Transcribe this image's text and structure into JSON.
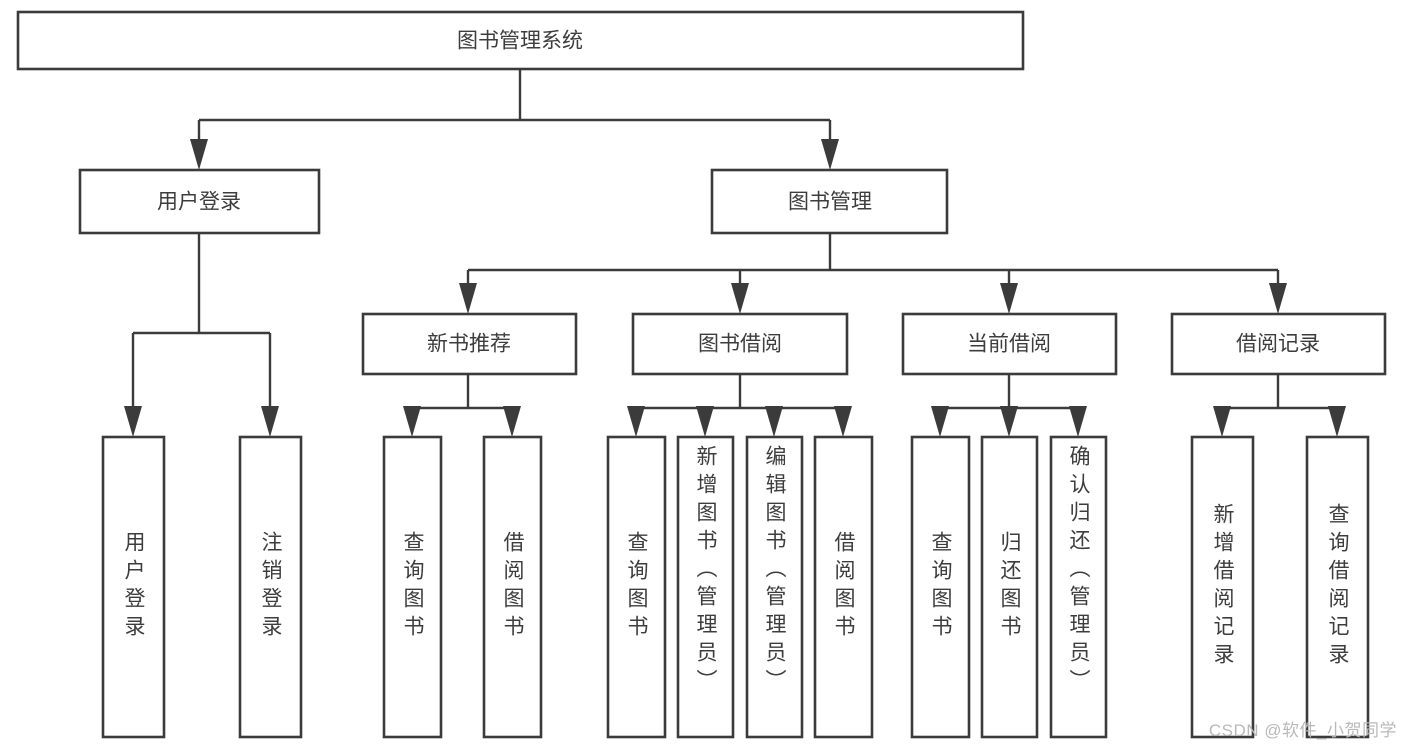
{
  "diagram": {
    "type": "tree-hierarchy",
    "title": "图书管理系统",
    "orientation": "top-down",
    "colors": {
      "box_stroke": "#3b3b3b",
      "box_fill": "#ffffff",
      "text": "#3d3d3d",
      "connector": "#3b3b3b",
      "watermark": "#b9b9b9",
      "background": "#ffffff"
    },
    "nodes": {
      "root": {
        "label": "图书管理系统"
      },
      "level2": [
        {
          "id": "user-login",
          "label": "用户登录"
        },
        {
          "id": "book-manage",
          "label": "图书管理"
        }
      ],
      "level3": [
        {
          "id": "new-book-rec",
          "label": "新书推荐",
          "parent": "book-manage"
        },
        {
          "id": "book-borrow",
          "label": "图书借阅",
          "parent": "book-manage"
        },
        {
          "id": "current-borrow",
          "label": "当前借阅",
          "parent": "book-manage"
        },
        {
          "id": "borrow-record",
          "label": "借阅记录",
          "parent": "book-manage"
        }
      ],
      "leaves": [
        {
          "id": "leaf-user-login",
          "label": "用户登录",
          "parent": "user-login"
        },
        {
          "id": "leaf-logout",
          "label": "注销登录",
          "parent": "user-login"
        },
        {
          "id": "leaf-query-book-1",
          "label": "查询图书",
          "parent": "new-book-rec"
        },
        {
          "id": "leaf-borrow-book-1",
          "label": "借阅图书",
          "parent": "new-book-rec"
        },
        {
          "id": "leaf-query-book-2",
          "label": "查询图书",
          "parent": "book-borrow"
        },
        {
          "id": "leaf-add-book",
          "label": "新增图书（管理员）",
          "parent": "book-borrow"
        },
        {
          "id": "leaf-edit-book",
          "label": "编辑图书（管理员）",
          "parent": "book-borrow"
        },
        {
          "id": "leaf-borrow-book-2",
          "label": "借阅图书",
          "parent": "book-borrow"
        },
        {
          "id": "leaf-query-book-3",
          "label": "查询图书",
          "parent": "current-borrow"
        },
        {
          "id": "leaf-return-book",
          "label": "归还图书",
          "parent": "current-borrow"
        },
        {
          "id": "leaf-confirm-return",
          "label": "确认归还（管理员）",
          "parent": "current-borrow"
        },
        {
          "id": "leaf-add-record",
          "label": "新增借阅记录",
          "parent": "borrow-record"
        },
        {
          "id": "leaf-query-record",
          "label": "查询借阅记录",
          "parent": "borrow-record"
        }
      ]
    },
    "watermark": "CSDN @软件_小贺同学"
  }
}
